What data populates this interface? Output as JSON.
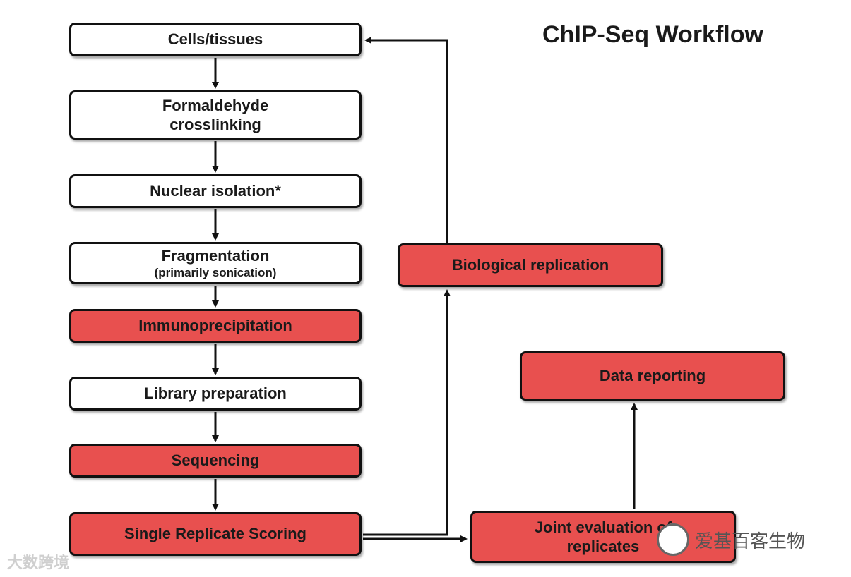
{
  "title": "ChIP-Seq Workflow",
  "colors": {
    "highlight": "#e8504f",
    "plain": "#ffffff",
    "border": "#111111"
  },
  "steps": [
    {
      "label": "Cells/tissues",
      "highlight": false
    },
    {
      "label": "Formaldehyde",
      "label2": "crosslinking",
      "highlight": false
    },
    {
      "label": "Nuclear isolation*",
      "highlight": false
    },
    {
      "label": "Fragmentation",
      "sub": "(primarily sonication)",
      "highlight": false
    },
    {
      "label": "Immunoprecipitation",
      "highlight": true
    },
    {
      "label": "Library preparation",
      "highlight": false
    },
    {
      "label": "Sequencing",
      "highlight": true
    },
    {
      "label": "Single Replicate Scoring",
      "highlight": true
    }
  ],
  "side": {
    "biological_replication": "Biological replication",
    "joint_evaluation": [
      "Joint evaluation of",
      "replicates"
    ],
    "data_reporting": "Data reporting"
  },
  "watermarks": {
    "left": "大数跨境",
    "right": "爱基百客生物"
  }
}
